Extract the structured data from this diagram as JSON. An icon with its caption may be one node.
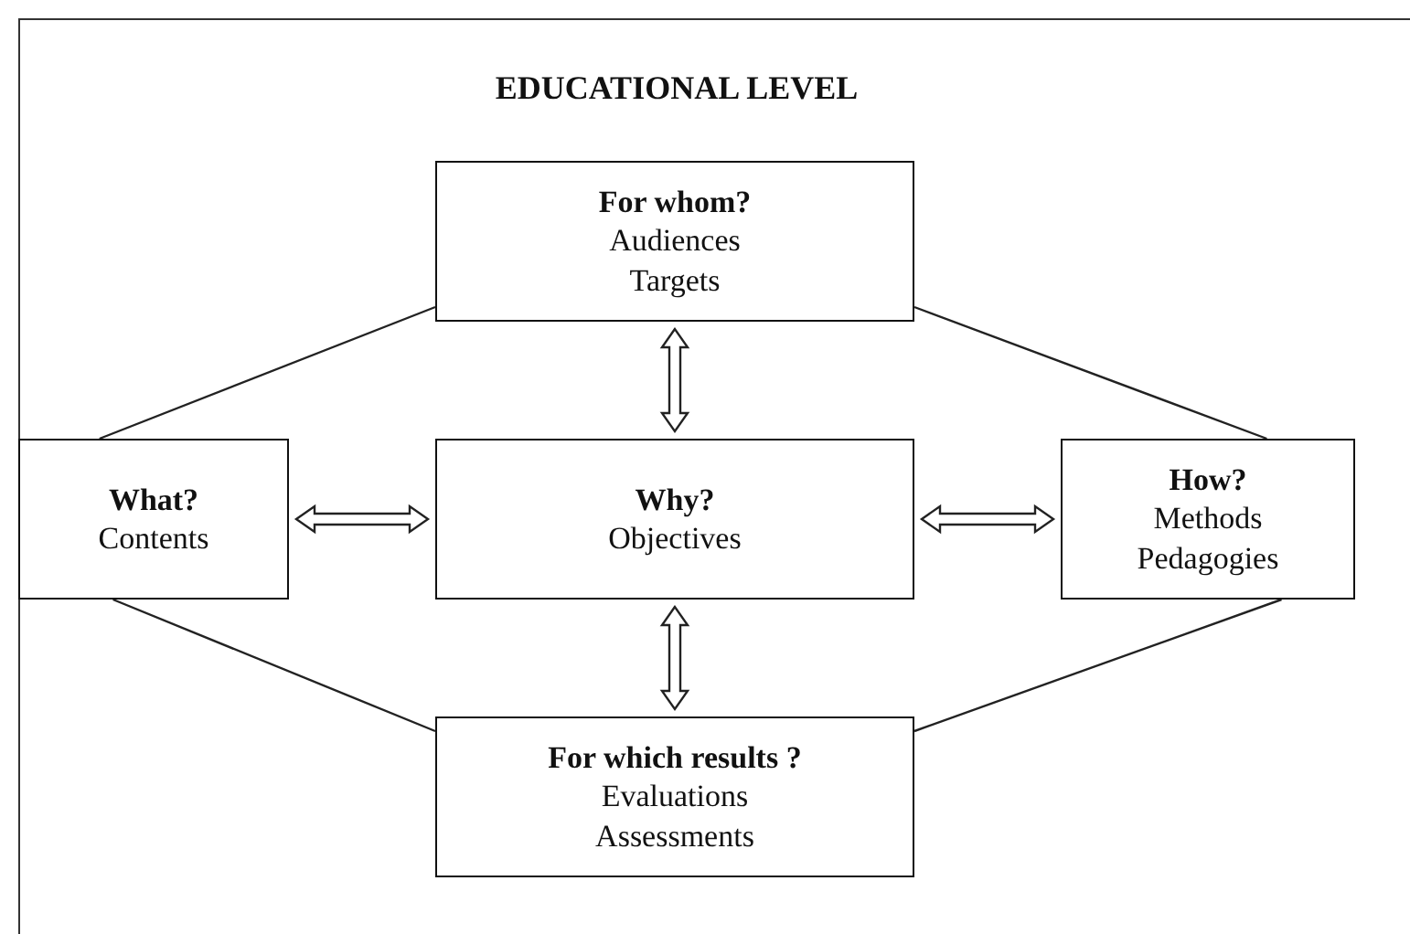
{
  "diagram": {
    "title": "EDUCATIONAL LEVEL",
    "nodes": [
      {
        "text": [
          "For whom?",
          "Audiences",
          "Targets"
        ]
      },
      {
        "text": [
          "What?",
          "Contents"
        ]
      },
      {
        "text": [
          "Why?",
          "Objectives"
        ]
      },
      {
        "text": [
          "How?",
          "Methods",
          "Pedagogies"
        ]
      },
      {
        "text": [
          "For which results ?",
          "Evaluations",
          "Assessments"
        ]
      }
    ],
    "edges": [
      {
        "from": 0,
        "to": 2,
        "arrow": "both"
      },
      {
        "from": 1,
        "to": 2,
        "arrow": "both"
      },
      {
        "from": 2,
        "to": 3,
        "arrow": "both"
      },
      {
        "from": 2,
        "to": 4,
        "arrow": "both"
      },
      {
        "from": 0,
        "to": 1,
        "arrow": "none"
      },
      {
        "from": 0,
        "to": 3,
        "arrow": "none"
      },
      {
        "from": 1,
        "to": 4,
        "arrow": "none"
      },
      {
        "from": 3,
        "to": 4,
        "arrow": "none"
      }
    ]
  }
}
